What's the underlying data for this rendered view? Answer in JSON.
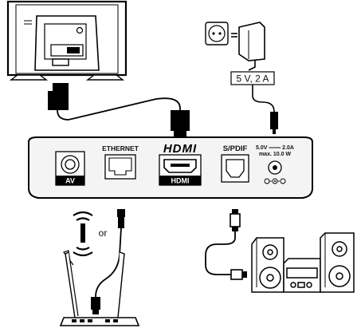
{
  "device_panel": {
    "av_label": "AV",
    "ethernet_label": "ETHERNET",
    "hdmi_logo": "HDMI",
    "hdmi_label": "HDMI",
    "spdif_label": "S/PDIF",
    "power_spec_line1": "5.0V ═══ 2.0A",
    "power_spec_line2": "max. 10.0 W"
  },
  "adapter": {
    "rating_label": "5 V, 2 A"
  },
  "network": {
    "or_label": "or"
  },
  "icons": [
    "tv",
    "power-outlet",
    "power-adapter",
    "wifi",
    "router",
    "stereo-system"
  ],
  "colors": {
    "line": "#000000",
    "panel_fill": "#f4f4f4",
    "background": "#ffffff"
  }
}
